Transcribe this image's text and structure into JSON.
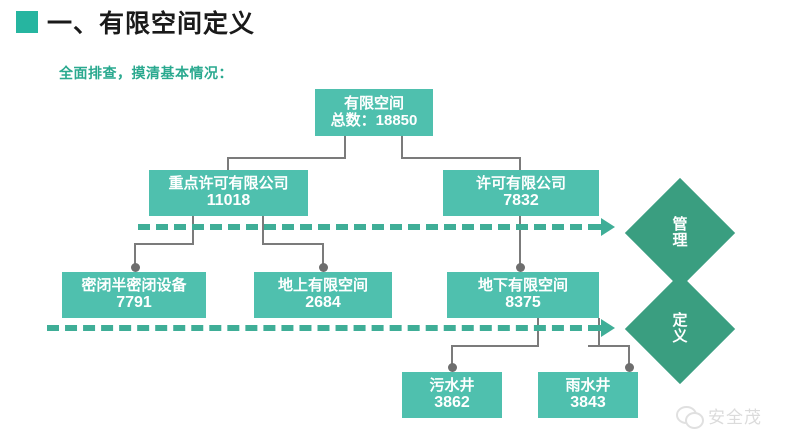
{
  "header": {
    "bullet_icon": "square-bullet-icon",
    "title": "一、有限空间定义",
    "subtitle": "全面排查，摸清基本情况："
  },
  "colors": {
    "accent_box": "#4fc0ae",
    "accent_dark": "#3a9e80",
    "accent_bullet": "#26b5a0",
    "subtitle": "#2aa98f",
    "connector": "#7b7b7b",
    "dashed": "#3fae97",
    "background": "#ffffff"
  },
  "chart_data": {
    "type": "diagram",
    "title": "有限空间定义",
    "nodes": [
      {
        "id": "root",
        "label": "有限空间",
        "value": "总数：18850",
        "level": 0
      },
      {
        "id": "key_company",
        "label": "重点许可有限公司",
        "value": "11018",
        "level": 1
      },
      {
        "id": "company",
        "label": "许可有限公司",
        "value": "7832",
        "level": 1
      },
      {
        "id": "sealed",
        "label": "密闭半密闭设备",
        "value": "7791",
        "level": 2
      },
      {
        "id": "above",
        "label": "地上有限空间",
        "value": "2684",
        "level": 2
      },
      {
        "id": "below",
        "label": "地下有限空间",
        "value": "8375",
        "level": 2
      },
      {
        "id": "sewage",
        "label": "污水井",
        "value": "3862",
        "level": 3
      },
      {
        "id": "rain",
        "label": "雨水井",
        "value": "3843",
        "level": 3
      }
    ],
    "edges": [
      {
        "from": "root",
        "to": "key_company"
      },
      {
        "from": "root",
        "to": "company"
      },
      {
        "from": "key_company",
        "to": "sealed"
      },
      {
        "from": "key_company",
        "to": "above"
      },
      {
        "from": "company",
        "to": "below"
      },
      {
        "from": "below",
        "to": "sewage"
      },
      {
        "from": "below",
        "to": "rain"
      }
    ],
    "bands": [
      {
        "id": "manage",
        "label": "管理"
      },
      {
        "id": "define",
        "label": "定义"
      }
    ]
  },
  "nodes": {
    "root": {
      "line1": "有限空间",
      "line2": "总数：18850"
    },
    "key_company": {
      "line1": "重点许可有限公司",
      "line2": "11018"
    },
    "company": {
      "line1": "许可有限公司",
      "line2": "7832"
    },
    "sealed": {
      "line1": "密闭半密闭设备",
      "line2": "7791"
    },
    "above": {
      "line1": "地上有限空间",
      "line2": "2684"
    },
    "below": {
      "line1": "地下有限空间",
      "line2": "8375"
    },
    "sewage": {
      "line1": "污水井",
      "line2": "3862"
    },
    "rain": {
      "line1": "雨水井",
      "line2": "3843"
    }
  },
  "diamonds": {
    "manage": {
      "char1": "管",
      "char2": "理"
    },
    "define": {
      "char1": "定",
      "char2": "义"
    }
  },
  "watermark": {
    "icon": "wechat-icon",
    "text": "安全茂"
  }
}
